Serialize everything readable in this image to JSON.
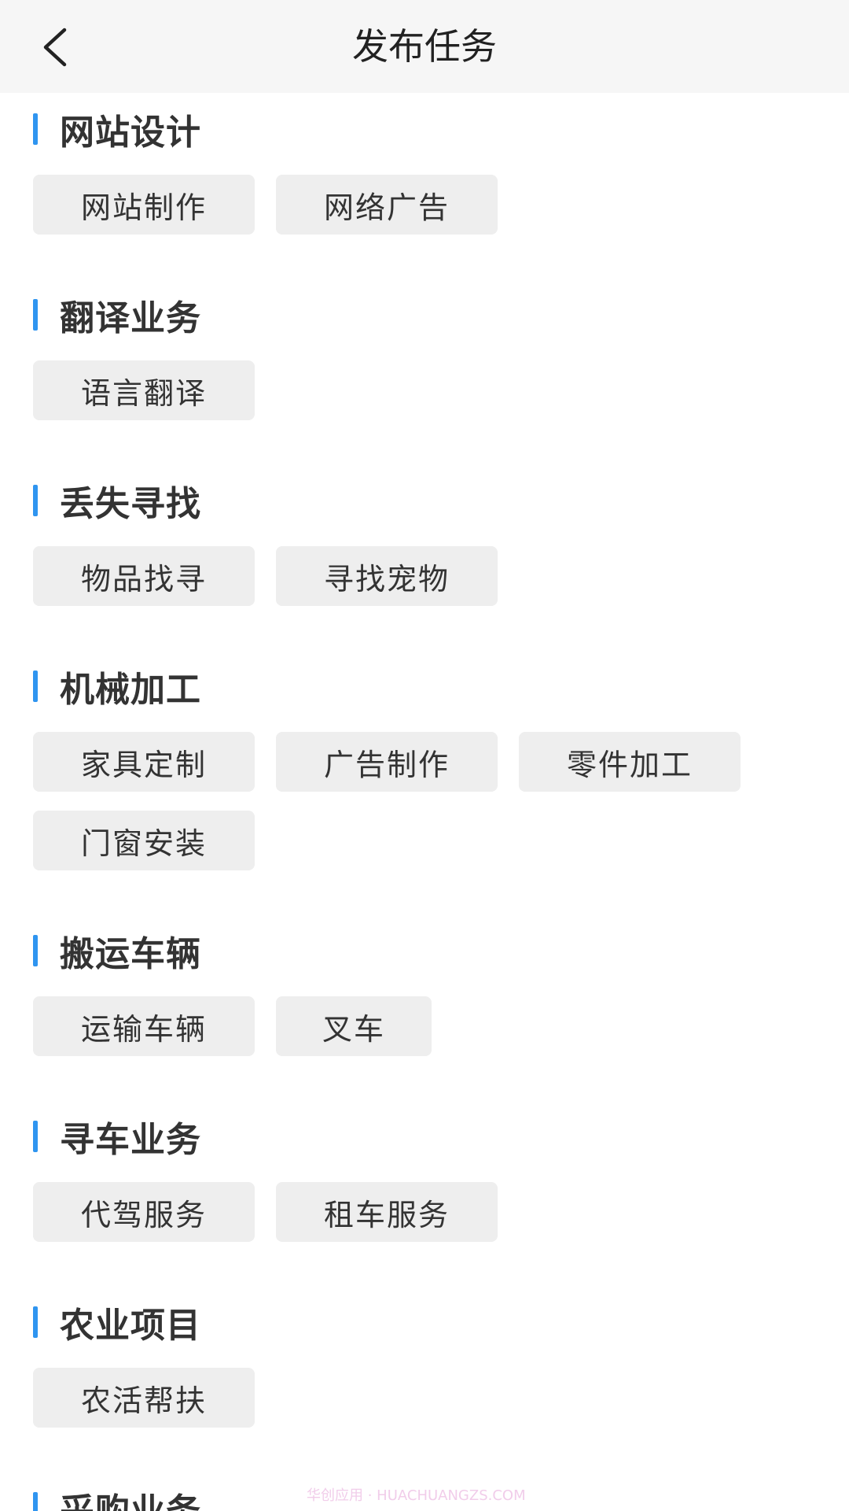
{
  "header": {
    "title": "发布任务",
    "back_icon": "chevron-left-icon"
  },
  "accent_color": "#2f95f0",
  "sections": [
    {
      "title": "网站设计",
      "tags": [
        "网站制作",
        "网络广告"
      ]
    },
    {
      "title": "翻译业务",
      "tags": [
        "语言翻译"
      ]
    },
    {
      "title": "丢失寻找",
      "tags": [
        "物品找寻",
        "寻找宠物"
      ]
    },
    {
      "title": "机械加工",
      "tags": [
        "家具定制",
        "广告制作",
        "零件加工",
        "门窗安装"
      ]
    },
    {
      "title": "搬运车辆",
      "tags": [
        "运输车辆",
        "叉车"
      ]
    },
    {
      "title": "寻车业务",
      "tags": [
        "代驾服务",
        "租车服务"
      ]
    },
    {
      "title": "农业项目",
      "tags": [
        "农活帮扶"
      ]
    },
    {
      "title": "采购业务",
      "tags": []
    }
  ],
  "watermark": "华创应用 · HUACHUANGZS.COM"
}
